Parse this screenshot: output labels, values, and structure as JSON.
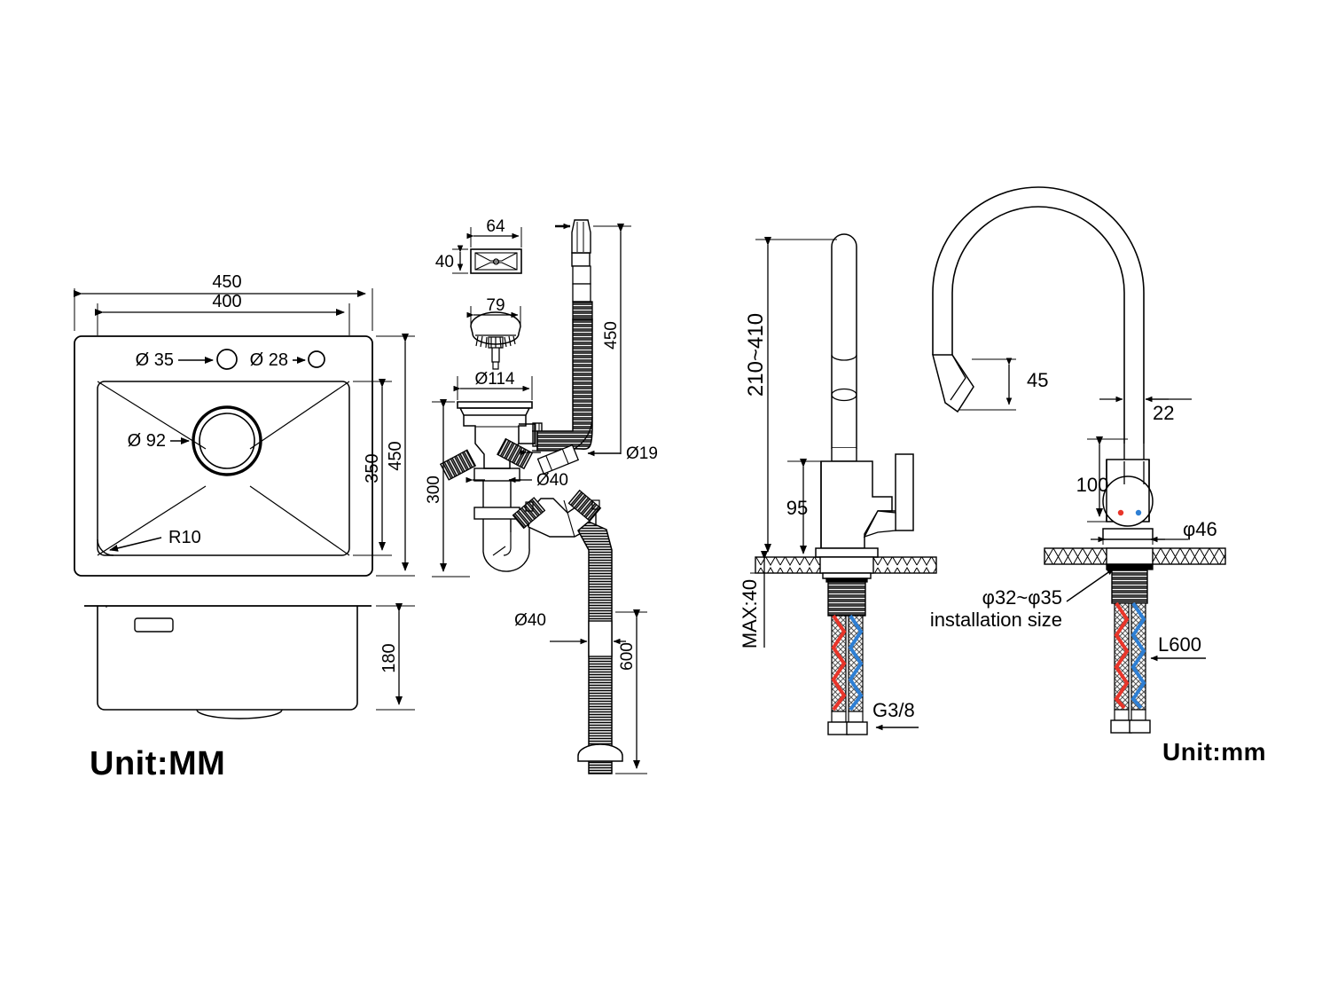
{
  "drawing": {
    "title": "Kitchen sink and faucet dimension drawing",
    "background": "#ffffff",
    "line_color": "#000000",
    "hot_color": "#e8352a",
    "cold_color": "#2e7fd4"
  },
  "units": {
    "left_label": "Unit:MM",
    "right_label": "Unit:mm"
  },
  "sink_top_view": {
    "name": "sink-top-view",
    "dimensions": {
      "overall_width": "450",
      "bowl_width": "400",
      "overall_depth": "450",
      "bowl_depth": "350",
      "corner_radius": "R10"
    },
    "holes": [
      {
        "label": "Ø 35",
        "name": "faucet-hole-35"
      },
      {
        "label": "Ø 28",
        "name": "accessory-hole-28"
      }
    ],
    "drain": {
      "label": "Ø 92",
      "name": "drain-hole-92"
    }
  },
  "sink_side_view": {
    "name": "sink-side-view",
    "depth": "180"
  },
  "drain_assembly": {
    "name": "drain-assembly",
    "overflow_cover": {
      "width": "64",
      "height": "40"
    },
    "basket_strainer": {
      "width": "79"
    },
    "flange": {
      "label": "Ø114"
    },
    "overflow_hose": {
      "length": "450",
      "connector": "Ø19"
    },
    "tailpiece": {
      "height": "300",
      "label": "Ø40"
    },
    "waste_hose": {
      "label": "Ø40",
      "length": "600"
    }
  },
  "faucet_pulldown": {
    "name": "faucet-pulldown-view",
    "spout_height_range": "210~410",
    "body_height": "95",
    "counter_max_thickness": "MAX:40",
    "inlet_thread": "G3/8"
  },
  "faucet_gooseneck": {
    "name": "faucet-gooseneck-view",
    "spray_head_height": "45",
    "tube_diameter": "22",
    "body_height": "100",
    "base_diameter": "φ46",
    "install_hole": "φ32~φ35",
    "install_hole_note": "installation size",
    "hose_length": "L600"
  }
}
